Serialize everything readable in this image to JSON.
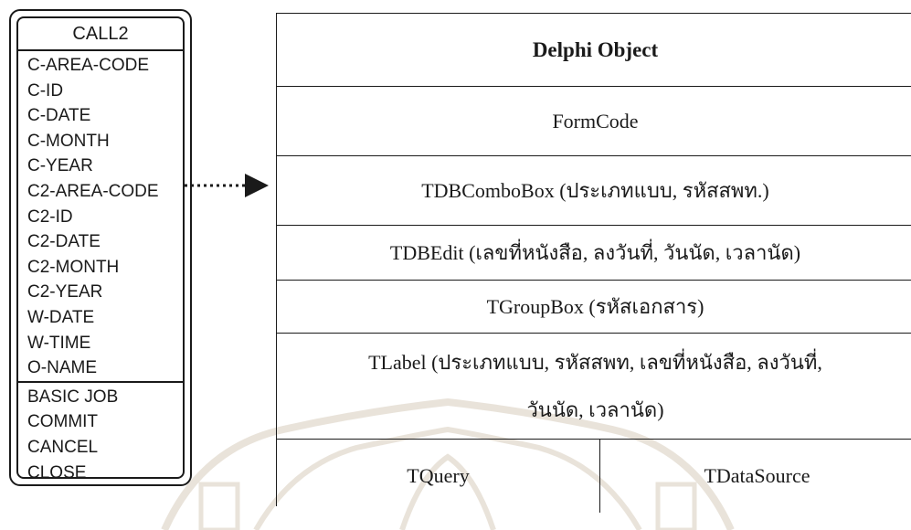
{
  "entity": {
    "title": "CALL2",
    "fields": [
      "C-AREA-CODE",
      "C-ID",
      "C-DATE",
      "C-MONTH",
      "C-YEAR",
      "C2-AREA-CODE",
      "C2-ID",
      "C2-DATE",
      "C2-MONTH",
      "C2-YEAR",
      "W-DATE",
      "W-TIME",
      "O-NAME"
    ],
    "methods": [
      "BASIC JOB",
      "COMMIT",
      "CANCEL",
      "CLOSE"
    ]
  },
  "table": {
    "header": "Delphi Object",
    "rows": [
      "FormCode",
      "TDBComboBox (ประเภทแบบ, รหัสสพท.)",
      "TDBEdit (เลขที่หนังสือ, ลงวันที่, วันนัด, เวลานัด)",
      "TGroupBox (รหัสเอกสาร)"
    ],
    "label_row": {
      "line1": "TLabel (ประเภทแบบ, รหัสสพท, เลขที่หนังสือ, ลงวันที่,",
      "line2": "วันนัด, เวลานัด)"
    },
    "split_row": {
      "left": "TQuery",
      "right": "TDataSource"
    }
  }
}
